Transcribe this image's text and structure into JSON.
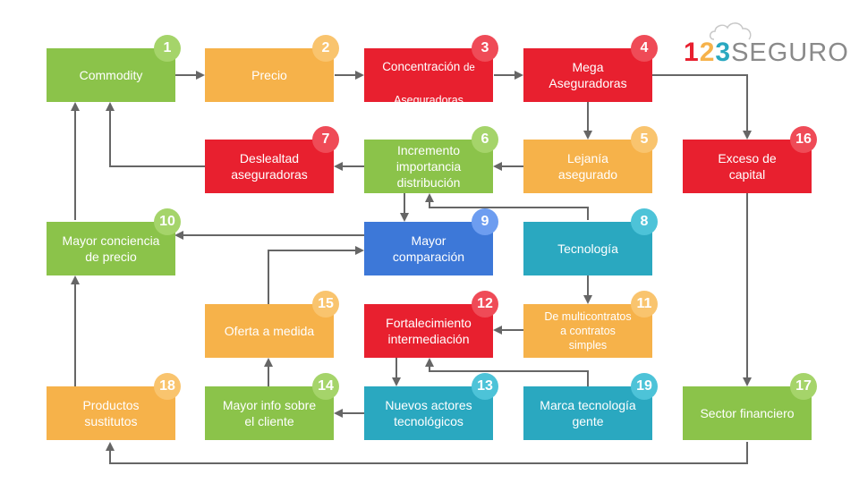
{
  "logo": {
    "d1": "1",
    "d2": "2",
    "d3": "3",
    "word": "SEGURO",
    "colors": {
      "d1": "#e8202f",
      "d2": "#f6b24a",
      "d3": "#2aa8c0",
      "word": "#8a8a8a"
    }
  },
  "colors": {
    "green": "#8bc34a",
    "orange": "#f6b24a",
    "red": "#e8202f",
    "blue": "#3d78d8",
    "teal": "#2aa8c0",
    "arrow": "#666666"
  },
  "nodes": {
    "n1": {
      "num": "1",
      "label": "Commodity"
    },
    "n2": {
      "num": "2",
      "label": "Precio"
    },
    "n3": {
      "num": "3",
      "label_main": "Concentración ",
      "label_suffix": "de",
      "label_line2": "Aseguradoras"
    },
    "n4": {
      "num": "4",
      "label": "Mega\nAseguradoras"
    },
    "n5": {
      "num": "5",
      "label": "Lejanía\nasegurado"
    },
    "n6": {
      "num": "6",
      "label": "Incremento\nimportancia\ndistribución"
    },
    "n7": {
      "num": "7",
      "label": "Deslealtad\naseguradoras"
    },
    "n8": {
      "num": "8",
      "label": "Tecnología"
    },
    "n9": {
      "num": "9",
      "label": "Mayor\ncomparación"
    },
    "n10": {
      "num": "10",
      "label": "Mayor conciencia\nde precio"
    },
    "n11": {
      "num": "11",
      "label": "De multicontratos\na contratos\nsimples"
    },
    "n12": {
      "num": "12",
      "label": "Fortalecimiento\nintermediación"
    },
    "n13": {
      "num": "13",
      "label": "Nuevos actores\ntecnológicos"
    },
    "n14": {
      "num": "14",
      "label": "Mayor info sobre\nel cliente"
    },
    "n15": {
      "num": "15",
      "label": "Oferta a medida"
    },
    "n16": {
      "num": "16",
      "label": "Exceso de\ncapital"
    },
    "n17": {
      "num": "17",
      "label": "Sector financiero"
    },
    "n18": {
      "num": "18",
      "label": "Productos\nsustitutos"
    },
    "n19": {
      "num": "19",
      "label": "Marca tecnología\ngente"
    }
  },
  "edges": [
    [
      "n1",
      "n2"
    ],
    [
      "n2",
      "n3"
    ],
    [
      "n3",
      "n4"
    ],
    [
      "n4",
      "n5"
    ],
    [
      "n4",
      "n16"
    ],
    [
      "n5",
      "n6"
    ],
    [
      "n6",
      "n7"
    ],
    [
      "n7",
      "n1"
    ],
    [
      "n6",
      "n9"
    ],
    [
      "n8",
      "n6"
    ],
    [
      "n9",
      "n10"
    ],
    [
      "n10",
      "n1"
    ],
    [
      "n8",
      "n11"
    ],
    [
      "n11",
      "n12"
    ],
    [
      "n12",
      "n13"
    ],
    [
      "n13",
      "n14"
    ],
    [
      "n14",
      "n15"
    ],
    [
      "n15",
      "n9"
    ],
    [
      "n19",
      "n12"
    ],
    [
      "n16",
      "n17"
    ],
    [
      "n17",
      "n18"
    ],
    [
      "n18",
      "n10"
    ]
  ]
}
